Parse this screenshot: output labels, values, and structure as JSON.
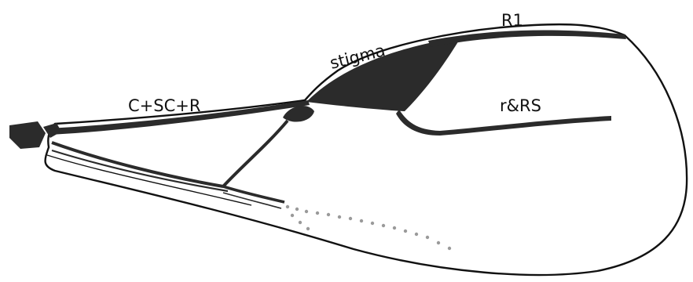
{
  "diagram": {
    "subject": "insect-wing-venation",
    "labels": {
      "costal": "C+SC+R",
      "stigma": "stigma",
      "r1": "R1",
      "r_rs": "r&RS"
    },
    "colors": {
      "vein": "#2b2b2b",
      "outline": "#111111",
      "dots": "#9a9a9a",
      "background": "#ffffff"
    }
  }
}
